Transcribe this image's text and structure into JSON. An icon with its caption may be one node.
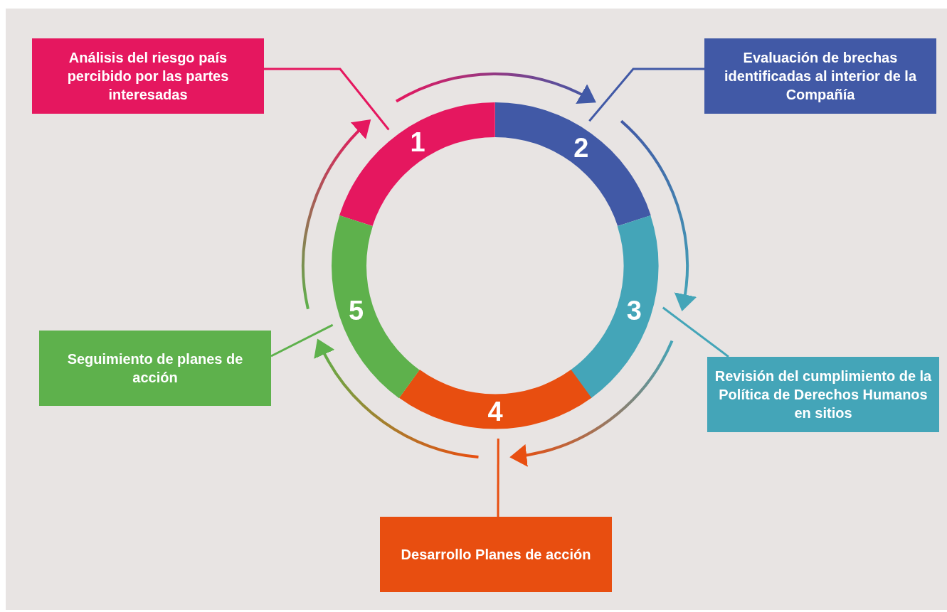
{
  "diagram": {
    "nodes": [
      {
        "text": [
          "Análisis del riesgo país percibido por las partes interesadas"
        ]
      },
      {
        "text": [
          "Evaluación de brechas identificadas al interior de la Compañía"
        ]
      },
      {
        "text": [
          "Revisión del cumplimiento de la Política de Derechos Humanos en sitios"
        ]
      },
      {
        "text": [
          "Desarrollo Planes de acción"
        ]
      },
      {
        "text": [
          "Seguimiento de planes de acción"
        ]
      },
      {
        "text": [
          "1"
        ]
      },
      {
        "text": [
          "2"
        ]
      },
      {
        "text": [
          "3"
        ]
      },
      {
        "text": [
          "4"
        ]
      },
      {
        "text": [
          "5"
        ]
      }
    ],
    "edges": [
      {
        "from": 0,
        "to": 5,
        "arrow": "none"
      },
      {
        "from": 1,
        "to": 6,
        "arrow": "none"
      },
      {
        "from": 2,
        "to": 7,
        "arrow": "none"
      },
      {
        "from": 3,
        "to": 8,
        "arrow": "none"
      },
      {
        "from": 4,
        "to": 9,
        "arrow": "none"
      },
      {
        "from": 5,
        "to": 6,
        "arrow": "to"
      },
      {
        "from": 6,
        "to": 7,
        "arrow": "to"
      },
      {
        "from": 7,
        "to": 8,
        "arrow": "to"
      },
      {
        "from": 8,
        "to": 9,
        "arrow": "to"
      },
      {
        "from": 9,
        "to": 5,
        "arrow": "to"
      }
    ]
  }
}
